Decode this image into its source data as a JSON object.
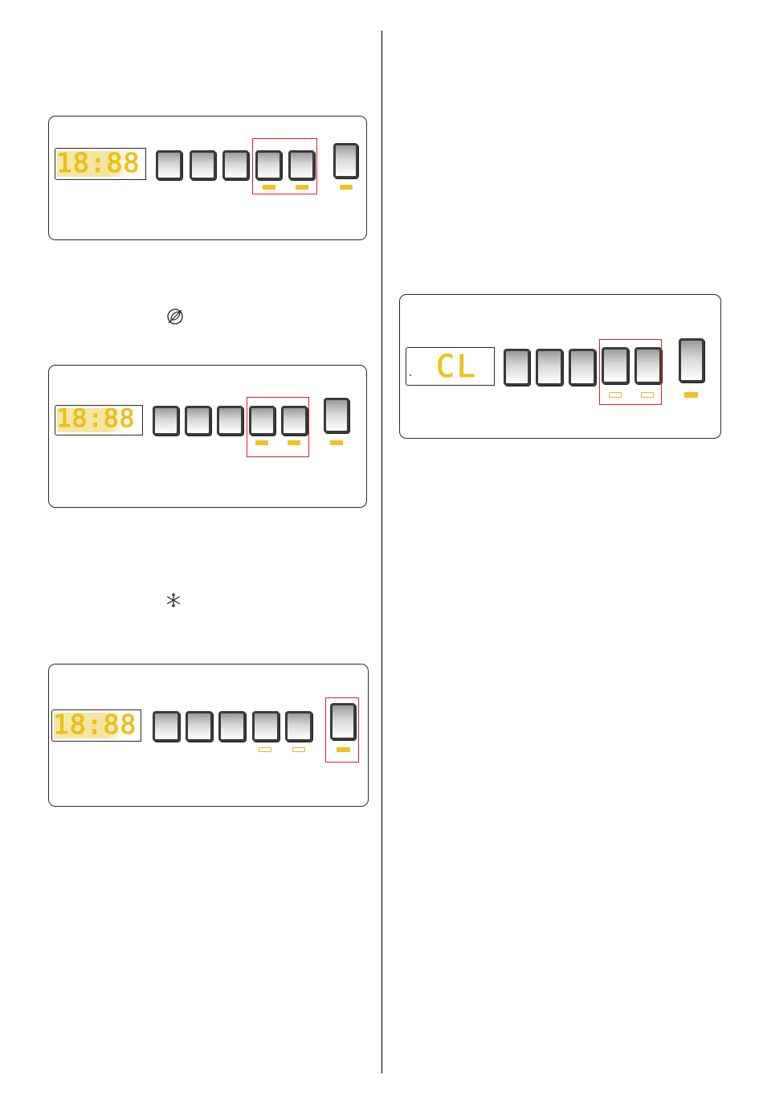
{
  "panels": [
    {
      "display_text": "18:88",
      "display_lit": true,
      "highlight": "buttons-4-5",
      "leds_lit": [
        true,
        true,
        true
      ]
    },
    {
      "display_text": "18:88",
      "display_lit": true,
      "highlight": "buttons-4-5",
      "leds_lit": [
        true,
        true,
        true
      ]
    },
    {
      "display_text": "18:88",
      "display_lit": true,
      "highlight": "button-6",
      "leds_lit": [
        false,
        false,
        true
      ]
    },
    {
      "display_text": "CL",
      "display_lit": false,
      "highlight": "buttons-4-5",
      "leds_lit": [
        false,
        false,
        true
      ]
    }
  ],
  "symbols": [
    {
      "icon": "eco-leaf-crossed-icon"
    },
    {
      "icon": "snowflake-icon"
    }
  ],
  "colors": {
    "led_on": "#f0c020",
    "digits": "#f2c40d",
    "highlight": "#e02020",
    "border": "#2a2a2a"
  }
}
